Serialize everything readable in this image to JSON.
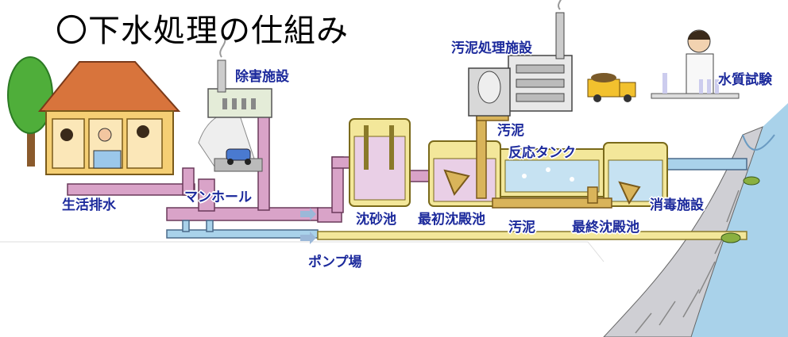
{
  "title": "〇下水処理の仕組み",
  "labels": {
    "household_drainage": "生活排水",
    "manhole": "マンホール",
    "pollution_removal_facility": "除害施設",
    "pump_station": "ポンプ場",
    "grit_chamber": "沈砂池",
    "primary_sedimentation": "最初沈殿池",
    "sludge_top": "汚泥",
    "reaction_tank": "反応タンク",
    "sludge_treatment_facility": "汚泥処理施設",
    "sludge_bottom": "汚泥",
    "final_sedimentation": "最終沈殿池",
    "disinfection_facility": "消毒施設",
    "water_quality_test": "水質試験"
  },
  "colors": {
    "label_text": "#1c2a9c",
    "sewer_pipe": "#d9a3c8",
    "sludge_pipe": "#d9b45a",
    "tank_fill": "#f3e79a",
    "water": "#a9d2ea",
    "house_wall": "#f5cf74",
    "house_roof": "#d8743c"
  }
}
